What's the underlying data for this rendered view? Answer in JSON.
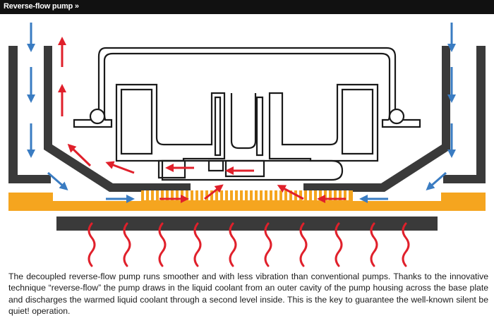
{
  "header": {
    "title": "Reverse-flow pump »"
  },
  "caption": {
    "text": "The decoupled reverse-flow pump runs smoother and with less vibration than conventional pumps. Thanks to the innovative technique “reverse-flow” the pump draws in the liquid coolant from an outer cavity of the pump housing across the base plate and discharges the warmed liquid coolant through a second level inside. This is the key to guarantee the well-known silent be quiet! operation."
  },
  "colors": {
    "housing": "#3a3a3a",
    "base_plate": "#f5a51f",
    "cold_flow": "#3a7cc2",
    "warm_flow": "#e0202b",
    "header_bg": "#111111"
  },
  "icons": [
    "cold-flow-arrow",
    "warm-flow-arrow",
    "heat-wave"
  ]
}
